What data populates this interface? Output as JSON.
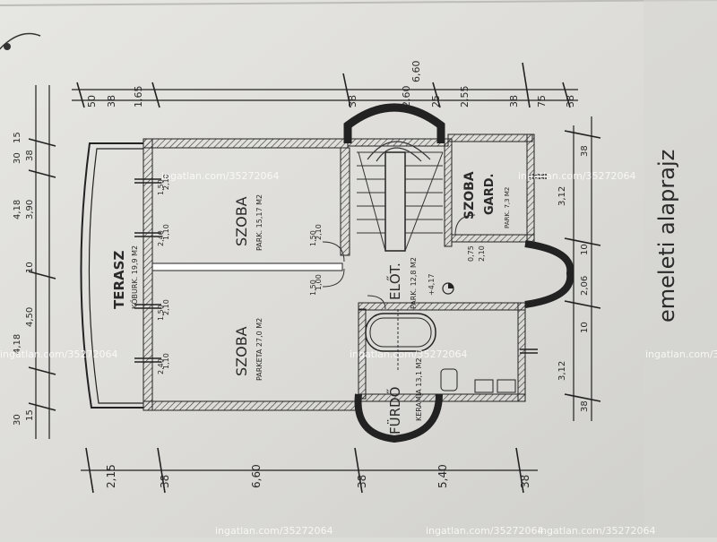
{
  "plan": {
    "title": "emeleti alaprajz",
    "rooms": {
      "terasz": {
        "name": "TERASZ",
        "floor": "KŐBURK. 19,9 M2"
      },
      "szoba_top": {
        "name": "SZOBA",
        "floor": "PARK. 15,17 M2"
      },
      "szoba_bottom": {
        "name": "SZOBA",
        "floor": "PARKETA 27,0 M2"
      },
      "eloter": {
        "name": "ELŐT.",
        "floor": "PARK. 12,8 M2"
      },
      "szoba_small": {
        "name": "SZOBA",
        "note": "GARD.",
        "floor": "PARK. 7,3 M2"
      },
      "furdo": {
        "name": "FÜRDŐ",
        "floor": "KERAMIA 13,1 M2"
      }
    },
    "dims_top": [
      "38",
      "1,65",
      "50",
      "38",
      "2,60",
      "25",
      "2,55",
      "38",
      "75",
      "38"
    ],
    "dim_top_total": "6,60",
    "dims_left": [
      "15",
      "30",
      "38",
      "3,90",
      "4,18",
      "10",
      "4,50",
      "4,18",
      "30",
      "15"
    ],
    "dims_bottom": [
      "2,15",
      "38",
      "6,60",
      "38",
      "5,40",
      "38"
    ],
    "dims_right": [
      "38",
      "3,12",
      "10",
      "2,06",
      "10",
      "3,12",
      "38"
    ],
    "windows": [
      "1,50",
      "2,10",
      "2,40",
      "1,10",
      "1,50",
      "2,10",
      "2,40",
      "1,10",
      "1,50",
      "2,10",
      "1,50",
      "1,00",
      "0,75",
      "2,10"
    ],
    "level": "+4,17",
    "watermark": "ingatlan.com/35272064"
  }
}
